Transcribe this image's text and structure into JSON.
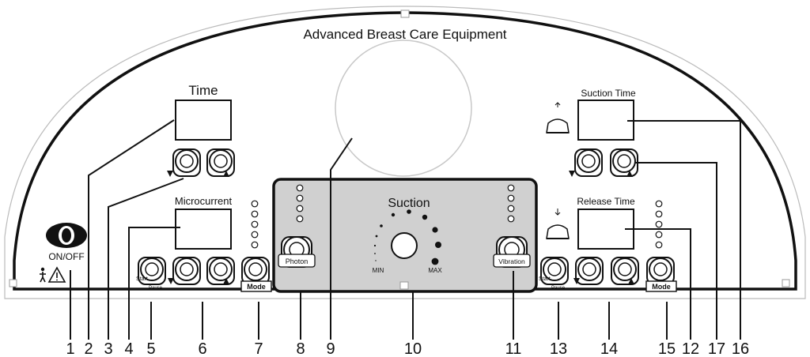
{
  "panel": {
    "title": "Advanced Breast Care Equipment",
    "power_label": "ON/OFF",
    "displays": {
      "time": "Time",
      "microcurrent": "Microcurrent",
      "suction_time": "Suction Time",
      "release_time": "Release Time"
    },
    "center": {
      "suction": "Suction",
      "min": "MIN",
      "max": "MAX",
      "photon": "Photon",
      "vibration": "Vibration"
    },
    "button_text": {
      "start": "Start",
      "pause": "Pause",
      "mode": "Mode"
    }
  },
  "callouts": [
    "1",
    "2",
    "3",
    "4",
    "5",
    "6",
    "7",
    "8",
    "9",
    "10",
    "11",
    "13",
    "14",
    "15",
    "12",
    "17",
    "16"
  ],
  "icons": [
    "power-icon",
    "person-icon",
    "warning-icon",
    "down-arrow-icon",
    "up-arrow-icon",
    "suction-cup-icon"
  ]
}
